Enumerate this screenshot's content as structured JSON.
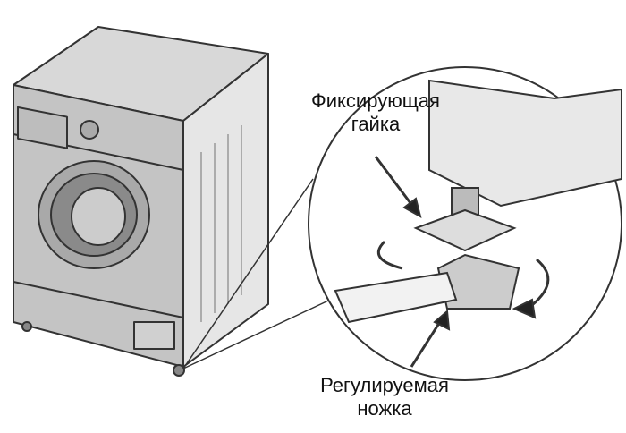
{
  "labels": {
    "lock_nut_line1": "Фиксирующая",
    "lock_nut_line2": "гайка",
    "adjustable_foot_line1": "Регулируемая",
    "adjustable_foot_line2": "ножка"
  }
}
